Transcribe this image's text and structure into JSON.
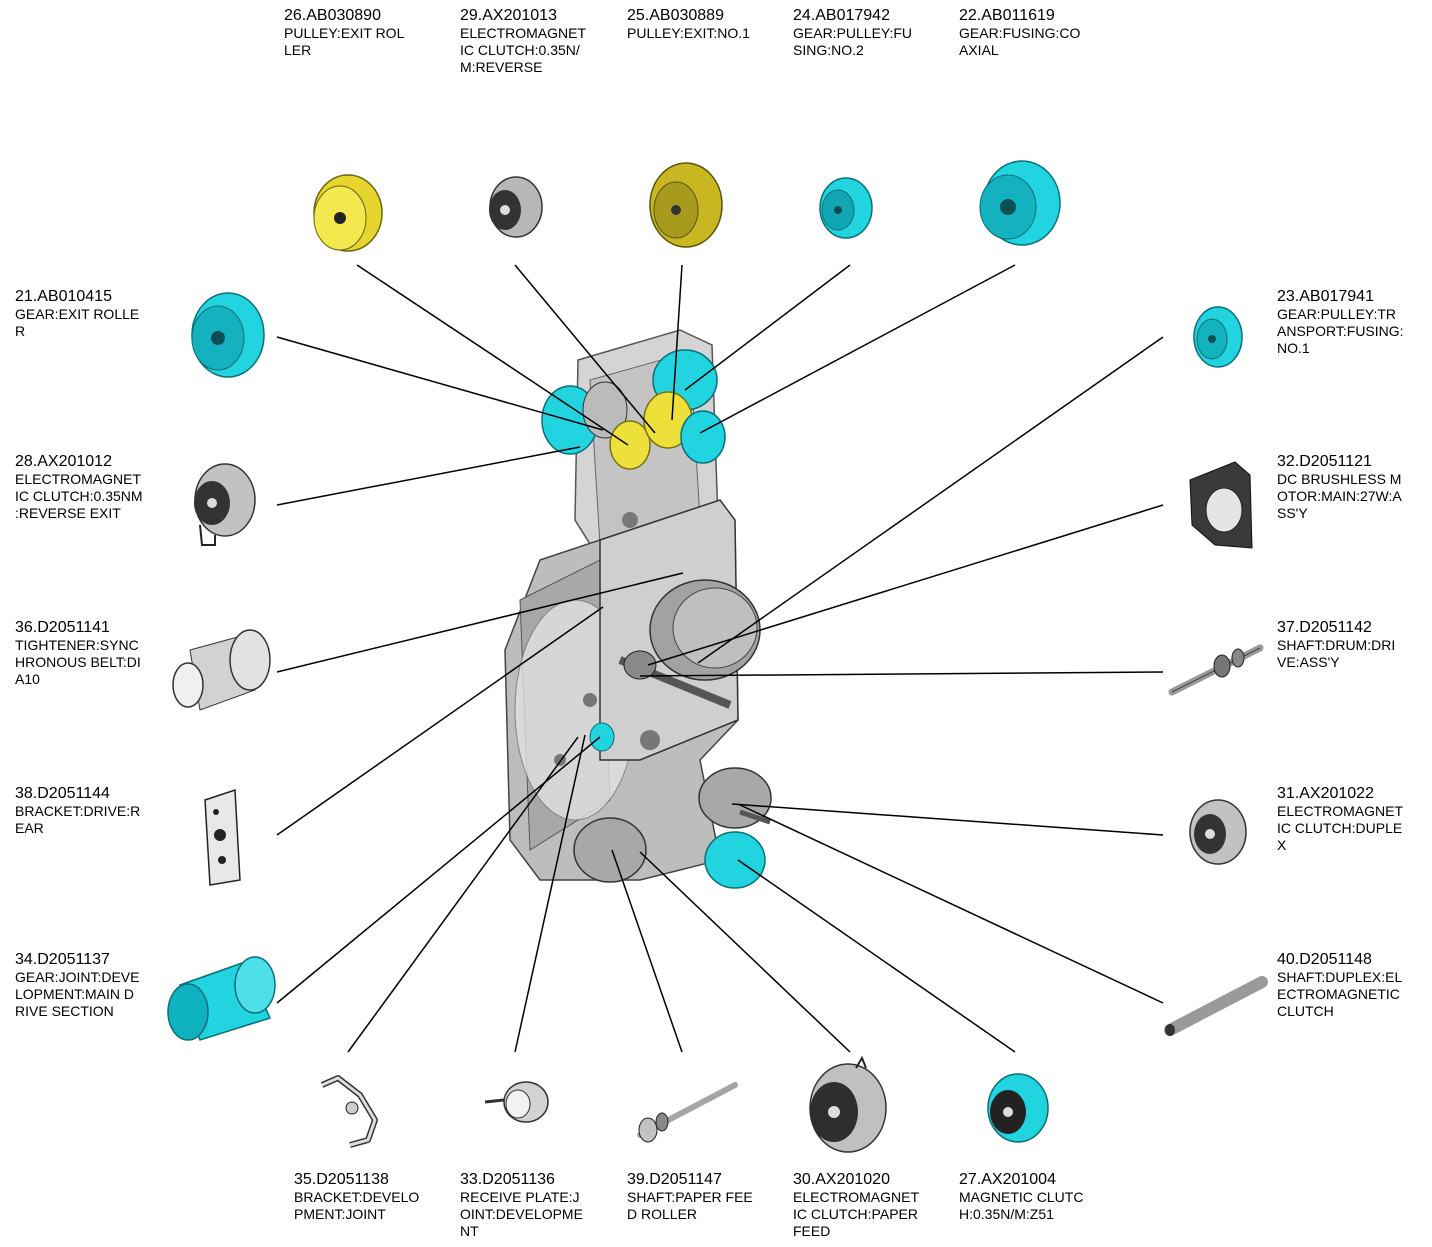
{
  "parts": [
    {
      "id": "p26",
      "code": "26.AB030890",
      "desc": "PULLEY:EXIT ROL\nLER",
      "color": "yellow"
    },
    {
      "id": "p29",
      "code": "29.AX201013",
      "desc": "ELECTROMAGNET\nIC CLUTCH:0.35N/\nM:REVERSE",
      "color": "gray"
    },
    {
      "id": "p25",
      "code": "25.AB030889",
      "desc": "PULLEY:EXIT:NO.1",
      "color": "yellow"
    },
    {
      "id": "p24",
      "code": "24.AB017942",
      "desc": "GEAR:PULLEY:FU\nSING:NO.2",
      "color": "cyan"
    },
    {
      "id": "p22",
      "code": "22.AB011619",
      "desc": "GEAR:FUSING:CO\nAXIAL",
      "color": "cyan"
    },
    {
      "id": "p21",
      "code": "21.AB010415",
      "desc": "GEAR:EXIT ROLLE\nR",
      "color": "cyan"
    },
    {
      "id": "p23",
      "code": "23.AB017941",
      "desc": "GEAR:PULLEY:TR\nANSPORT:FUSING:\nNO.1",
      "color": "cyan"
    },
    {
      "id": "p28",
      "code": "28.AX201012",
      "desc": "ELECTROMAGNET\nIC CLUTCH:0.35NM\n:REVERSE EXIT",
      "color": "gray"
    },
    {
      "id": "p32",
      "code": "32.D2051121",
      "desc": "DC BRUSHLESS M\nOTOR:MAIN:27W:A\nSS'Y",
      "color": "gray"
    },
    {
      "id": "p36",
      "code": "36.D2051141",
      "desc": "TIGHTENER:SYNC\nHRONOUS BELT:DI\nA10",
      "color": "gray"
    },
    {
      "id": "p37",
      "code": "37.D2051142",
      "desc": "SHAFT:DRUM:DRI\nVE:ASS'Y",
      "color": "gray"
    },
    {
      "id": "p38",
      "code": "38.D2051144",
      "desc": "BRACKET:DRIVE:R\nEAR",
      "color": "gray"
    },
    {
      "id": "p31",
      "code": "31.AX201022",
      "desc": "ELECTROMAGNET\nIC CLUTCH:DUPLE\nX",
      "color": "gray"
    },
    {
      "id": "p34",
      "code": "34.D2051137",
      "desc": "GEAR:JOINT:DEVE\nLOPMENT:MAIN D\nRIVE SECTION",
      "color": "cyan"
    },
    {
      "id": "p40",
      "code": "40.D2051148",
      "desc": "SHAFT:DUPLEX:EL\nECTROMAGNETIC\nCLUTCH",
      "color": "gray"
    },
    {
      "id": "p35",
      "code": "35.D2051138",
      "desc": "BRACKET:DEVELO\nPMENT:JOINT",
      "color": "gray"
    },
    {
      "id": "p33",
      "code": "33.D2051136",
      "desc": "RECEIVE PLATE:J\nOINT:DEVELOPME\nNT",
      "color": "gray"
    },
    {
      "id": "p39",
      "code": "39.D2051147",
      "desc": "SHAFT:PAPER FEE\nD ROLLER",
      "color": "gray"
    },
    {
      "id": "p30",
      "code": "30.AX201020",
      "desc": "ELECTROMAGNET\nIC CLUTCH:PAPER\n FEED",
      "color": "gray"
    },
    {
      "id": "p27",
      "code": "27.AX201004",
      "desc": "MAGNETIC CLUTC\nH:0.35N/M:Z51",
      "color": "cyan"
    }
  ],
  "colors": {
    "cyan": "#22d3e0",
    "yellow": "#eee03a",
    "gray": "#9a9a9a",
    "dark": "#3a3a3a",
    "line": "#000000"
  }
}
